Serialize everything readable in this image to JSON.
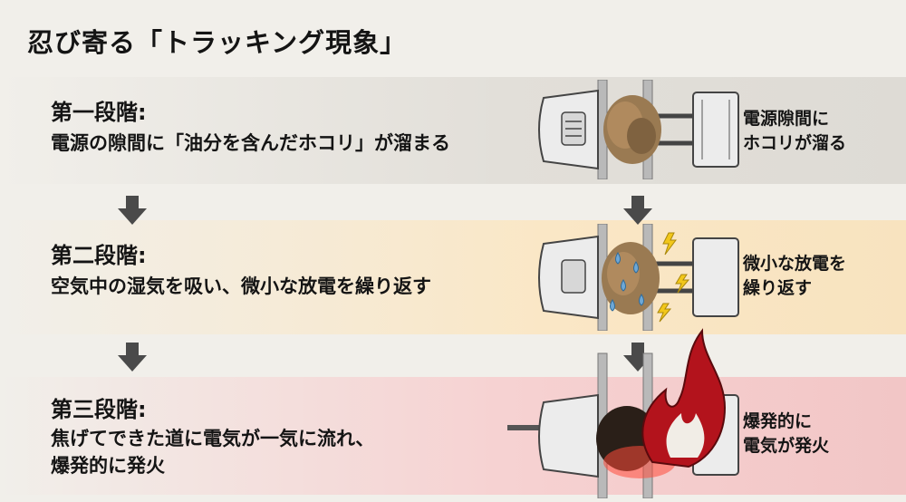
{
  "title": "忍び寄る「トラッキング現象」",
  "stages": [
    {
      "heading": "第一段階:",
      "description": "電源の隙間に「油分を含んだホコリ」が溜まる",
      "caption": "電源隙間に\nホコリが溜る"
    },
    {
      "heading": "第二段階:",
      "description": "空気中の湿気を吸い、微小な放電を繰り返す",
      "caption": "微小な放電を\n繰り返す"
    },
    {
      "heading": "第三段階:",
      "description": "焦げてできた道に電気が一気に流れ、\n爆発的に発火",
      "caption": "爆発的に\n電気が発火"
    }
  ],
  "colors": {
    "band_stage1": "#e2dfd9",
    "band_stage2": "#fae7c6",
    "band_stage3": "#f6d2d2",
    "arrow": "#4a4a4a",
    "flame": "#b3131c",
    "dust": "#8a6a45",
    "water": "#6fa8d6",
    "spark": "#f2c71a"
  }
}
